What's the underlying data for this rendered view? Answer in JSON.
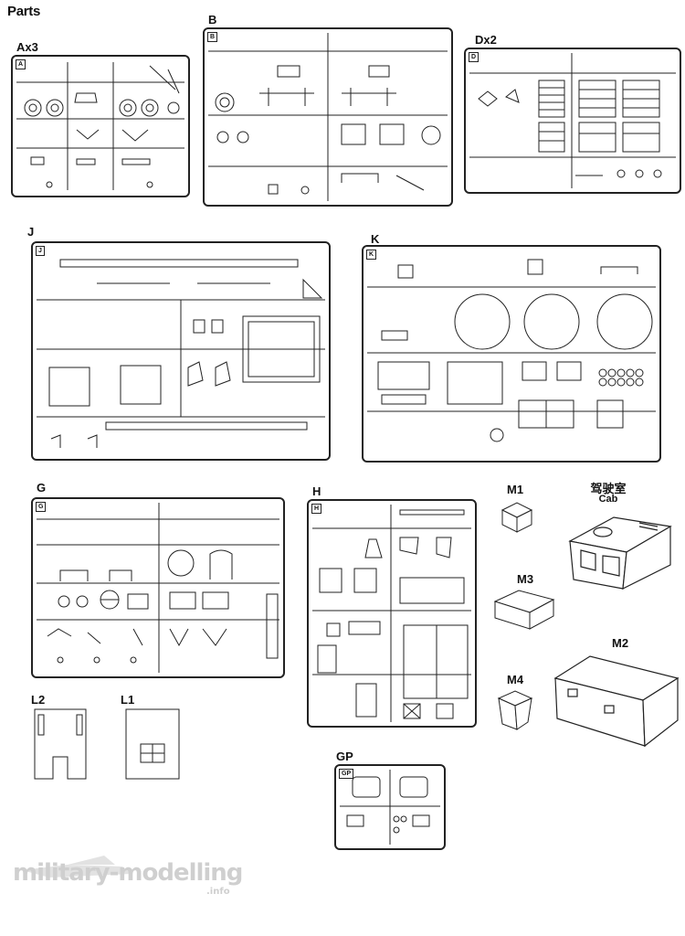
{
  "page": {
    "title": "Parts"
  },
  "sprues": [
    {
      "id": "A",
      "label": "Ax3"
    },
    {
      "id": "B",
      "label": "B"
    },
    {
      "id": "D",
      "label": "Dx2"
    },
    {
      "id": "J",
      "label": "J"
    },
    {
      "id": "K",
      "label": "K"
    },
    {
      "id": "G",
      "label": "G"
    },
    {
      "id": "H",
      "label": "H"
    },
    {
      "id": "GP",
      "label": "GP"
    }
  ],
  "tags": {
    "A": "A",
    "B": "B",
    "D": "D",
    "J": "J",
    "K": "K",
    "G": "G",
    "H": "H",
    "GP": "GP"
  },
  "parts": {
    "M1": "M1",
    "M2": "M2",
    "M3": "M3",
    "M4": "M4",
    "L1": "L1",
    "L2": "L2",
    "cab_cn": "驾驶室",
    "cab_en": "Cab"
  },
  "watermark": {
    "text": "military-modelling",
    "sub": ".info"
  }
}
